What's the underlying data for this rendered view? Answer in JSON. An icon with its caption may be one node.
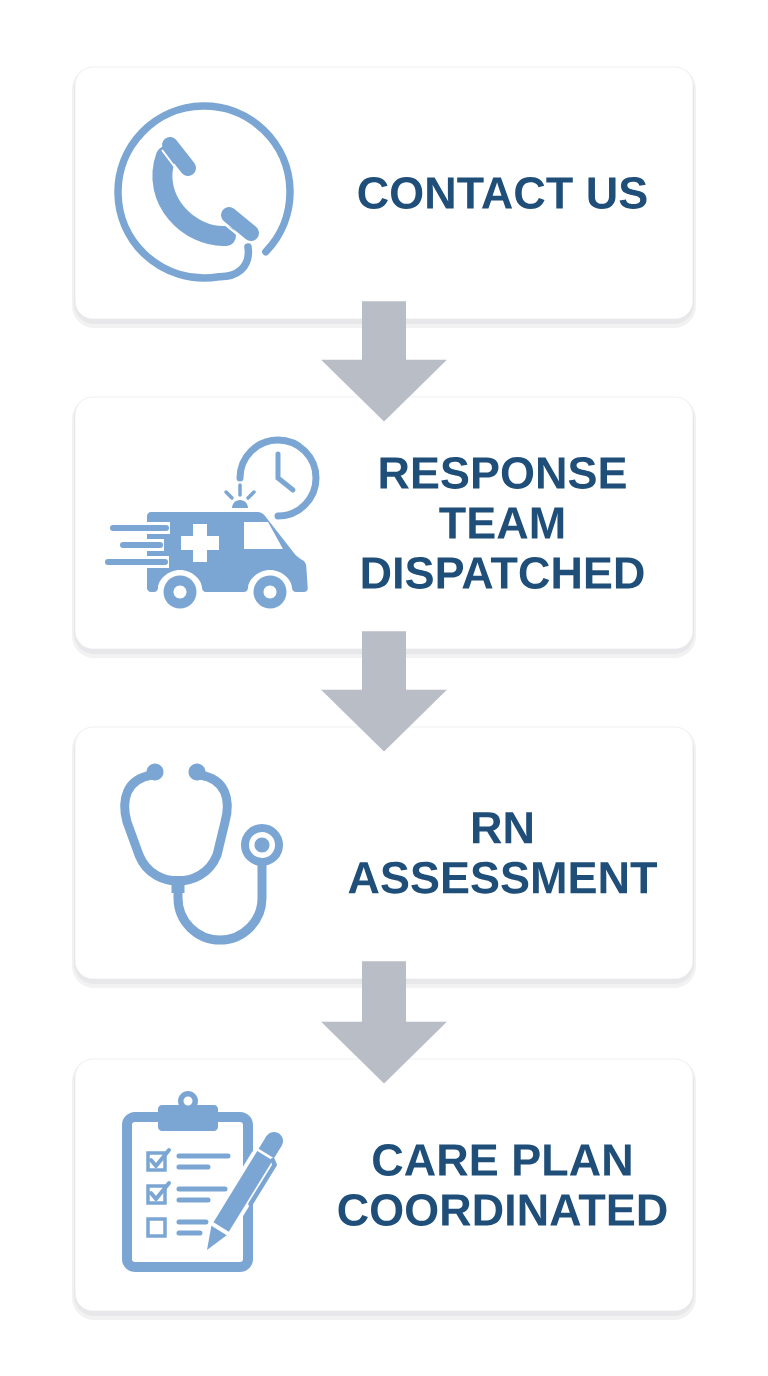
{
  "diagram": {
    "nodes": [
      {
        "text": [
          "CONTACT US"
        ]
      },
      {
        "text": [
          "RESPONSE TEAM DISPATCHED"
        ]
      },
      {
        "text": [
          "RN ASSESSMENT"
        ]
      },
      {
        "text": [
          "CARE PLAN COORDINATED"
        ]
      }
    ],
    "edges": [
      {
        "from": 0,
        "to": 1,
        "arrow": "to"
      },
      {
        "from": 1,
        "to": 2,
        "arrow": "to"
      },
      {
        "from": 2,
        "to": 3,
        "arrow": "to"
      }
    ]
  }
}
